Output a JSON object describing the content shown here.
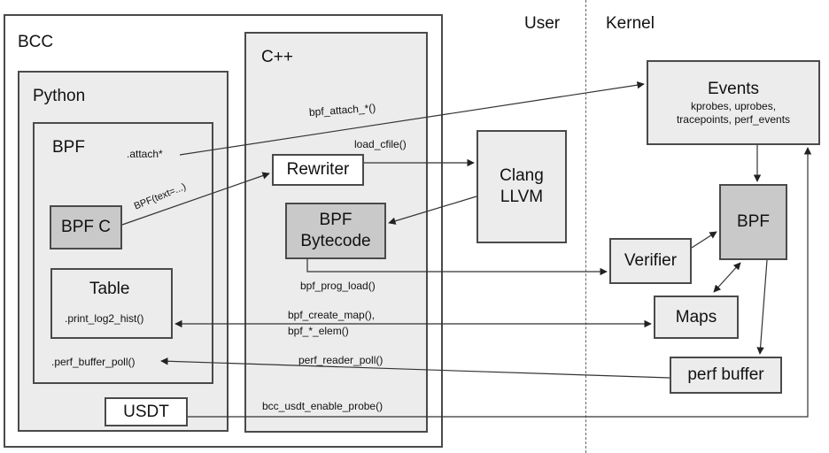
{
  "regions": {
    "user": "User",
    "kernel": "Kernel"
  },
  "bcc": {
    "title": "BCC",
    "python": {
      "title": "Python",
      "bpf": {
        "title": "BPF",
        "attach": ".attach*",
        "bpf_c": "BPF C",
        "table": {
          "title": "Table",
          "method": ".print_log2_hist()"
        },
        "perf_buffer_poll": ".perf_buffer_poll()"
      },
      "usdt": "USDT"
    },
    "cpp": {
      "title": "C++",
      "rewriter": "Rewriter",
      "bytecode_line1": "BPF",
      "bytecode_line2": "Bytecode"
    }
  },
  "clang": {
    "line1": "Clang",
    "line2": "LLVM"
  },
  "kernel": {
    "events": {
      "title": "Events",
      "line1": "kprobes, uprobes,",
      "line2": "tracepoints, perf_events"
    },
    "bpf": "BPF",
    "verifier": "Verifier",
    "maps": "Maps",
    "perf_buffer": "perf buffer"
  },
  "edges": {
    "bpf_attach": "bpf_attach_*()",
    "load_cfile": "load_cfile()",
    "bpf_text": "BPF(text=...)",
    "bpf_prog_load": "bpf_prog_load()",
    "bpf_create_map_1": "bpf_create_map(),",
    "bpf_create_map_2": "bpf_*_elem()",
    "perf_reader_poll": "perf_reader_poll()",
    "bcc_usdt_enable_probe": "bcc_usdt_enable_probe()"
  }
}
